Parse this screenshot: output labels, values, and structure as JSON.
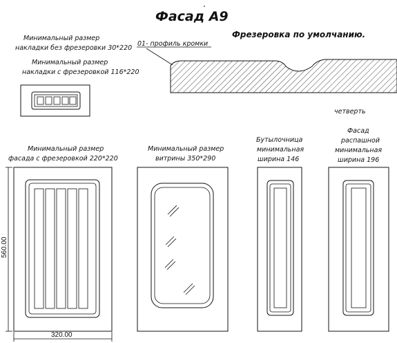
{
  "title": "Фасад А9",
  "subtitle": "Фрезеровка по умолчанию.",
  "profile_label": "01- профиль кромки",
  "corner_label": "четверть",
  "overlay_min_no_mill": [
    "Минимальный размер",
    "накладки без фрезеровки 30*220"
  ],
  "overlay_min_mill": [
    "Минимальный размер",
    "накладки с фрезеровкой 116*220"
  ],
  "facade_min": [
    "Минимальный размер",
    "фасада с фрезеровкой  220*220"
  ],
  "vitrina_min": [
    "Минимальный размер",
    "витрины 350*290"
  ],
  "bottle_min": [
    "Бутылочница",
    "минимальная",
    "ширина 146"
  ],
  "swing_min": [
    "Фасад",
    "распашной",
    "минимальная",
    "ширина 196"
  ],
  "dims": {
    "height": "560.00",
    "width": "320.00"
  }
}
